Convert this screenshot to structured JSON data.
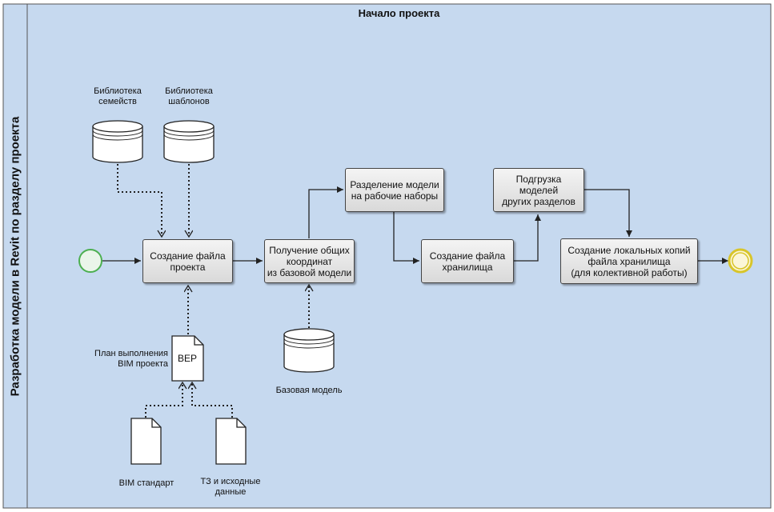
{
  "pool_title": "Начало проекта",
  "lane_title": "Разработка  модели в Revit по разделу проекта",
  "tasks": {
    "create_project": "Создание файла\nпроекта",
    "get_coords": "Получение общих\nкоординат\nиз базовой модели",
    "split_model": "Разделение модели\nна рабочие наборы",
    "create_central": "Создание файла\nхранилища",
    "load_models": "Подгрузка моделей\nдругих разделов",
    "local_copies": "Создание локальных копий\nфайла хранилища\n(для колективной работы)"
  },
  "data_stores": {
    "family_lib": "Библиотека\nсемейств",
    "template_lib": "Библиотека\nшаблонов",
    "base_model": "Базовая модель"
  },
  "documents": {
    "bep_label": "План выполнения\nBIM проекта",
    "bep_icon_text": "BEP",
    "bim_standard": "BIM стандарт",
    "tz": "ТЗ и исходные\nданные"
  },
  "colors": {
    "pool_bg": "#c6d9ef",
    "start": "#4caf50",
    "end": "#d8c52a"
  }
}
